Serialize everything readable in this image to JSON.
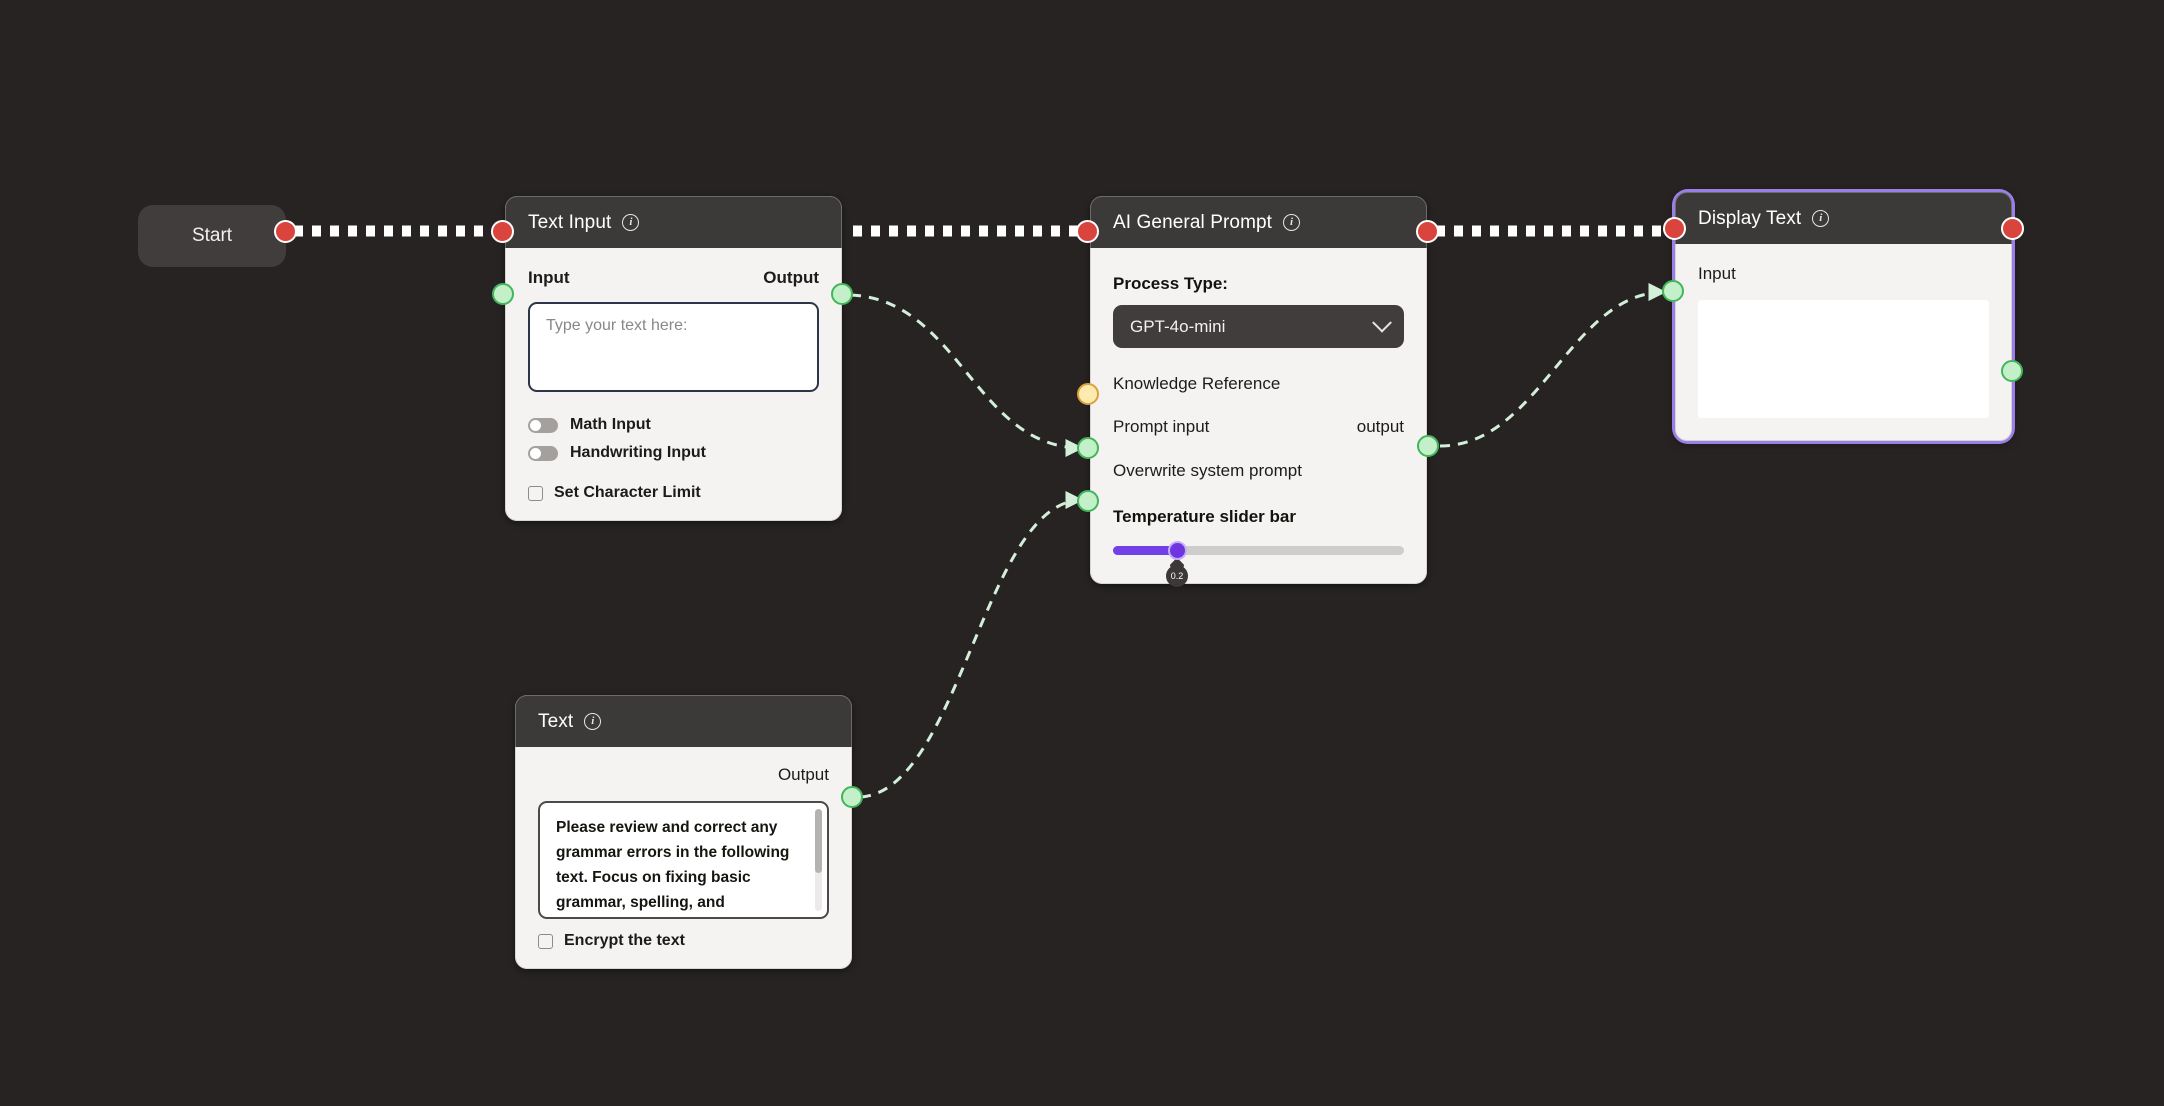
{
  "canvas": {
    "background": "#262322",
    "edge_color_green": "#d4efd9",
    "edge_color_white": "#ffffff"
  },
  "start_node": {
    "label": "Start"
  },
  "nodes": {
    "text_input": {
      "title": "Text Input",
      "info_icon": "info-icon",
      "input_label": "Input",
      "output_label": "Output",
      "placeholder": "Type your text here:",
      "value": "",
      "toggles": [
        {
          "label": "Math Input",
          "state": "off"
        },
        {
          "label": "Handwriting Input",
          "state": "off"
        }
      ],
      "checkbox": {
        "label": "Set Character Limit",
        "checked": false
      }
    },
    "text": {
      "title": "Text",
      "info_icon": "info-icon",
      "output_label": "Output",
      "content": "Please review and correct any grammar errors in the following text. Focus on fixing basic grammar, spelling, and",
      "checkbox": {
        "label": "Encrypt the text",
        "checked": false
      }
    },
    "ai_general_prompt": {
      "title": "AI General Prompt",
      "info_icon": "info-icon",
      "process_type_label": "Process Type:",
      "model_selected": "GPT-4o-mini",
      "chevron_icon": "chevron-down-icon",
      "knowledge_reference_label": "Knowledge Reference",
      "prompt_input_label": "Prompt input",
      "output_label": "output",
      "overwrite_label": "Overwrite system prompt",
      "temperature_label": "Temperature slider bar",
      "temperature_value": "0.2",
      "temperature_percent": 22,
      "slider_fill_color": "#7340e8"
    },
    "display_text": {
      "title": "Display Text",
      "info_icon": "info-icon",
      "input_label": "Input",
      "value": "",
      "selected": true,
      "selection_color": "#9b7fe8"
    }
  },
  "ports": {
    "red_color": "#d9453c",
    "green_color": "#c3f0c8",
    "amber_color": "#fdeab0"
  }
}
